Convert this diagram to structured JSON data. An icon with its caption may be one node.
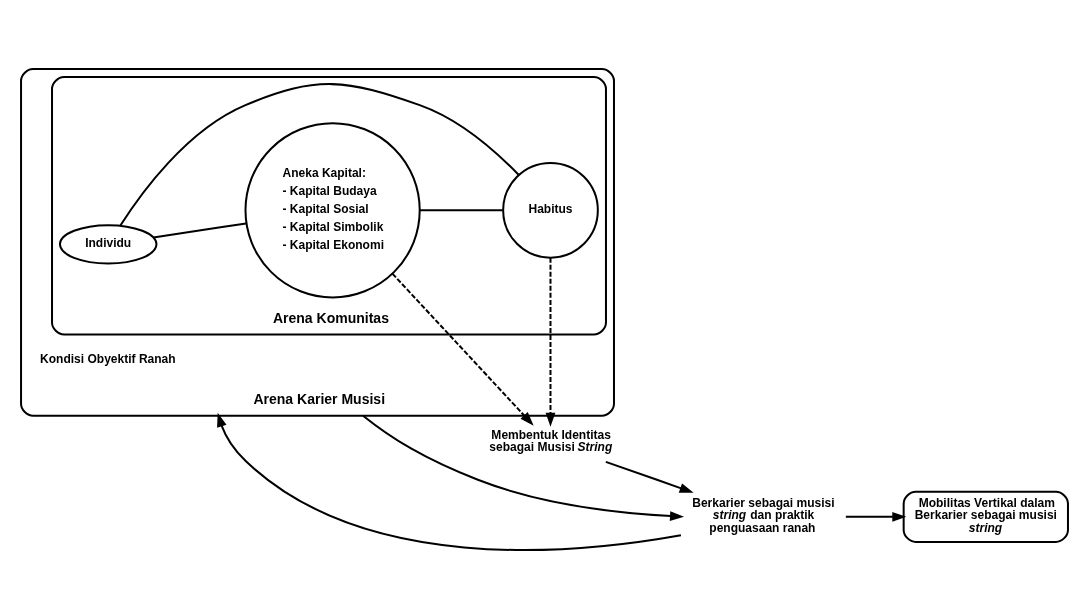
{
  "diagram": {
    "nodes": [
      {
        "text": [
          "Arena Karier Musisi"
        ]
      },
      {
        "text": [
          "Arena Komunitas"
        ],
        "in": 0
      },
      {
        "text": [
          "Individu"
        ],
        "in": 1
      },
      {
        "text": [
          "Aneka Kapital:",
          "- Kapital Budaya",
          "- Kapital Sosial",
          "- Kapital Simbolik",
          "- Kapital Ekonomi"
        ],
        "in": 1
      },
      {
        "text": [
          "Habitus"
        ],
        "in": 1
      },
      {
        "text": [
          "Berkarier sebagai musisi *string* dan praktik penguasaan ranah"
        ]
      },
      {
        "text": [
          "Mobilitas Vertikal dalam Berkarier sebagai musisi *string*"
        ]
      },
      {
        "text": [
          "Membentuk Identitas sebagai Musisi *String*"
        ]
      }
    ],
    "edges": [
      {
        "from": 2,
        "to": 3,
        "arrow": "none"
      },
      {
        "from": 2,
        "to": 4,
        "arrow": "none"
      },
      {
        "from": 3,
        "to": 4,
        "arrow": "none"
      },
      {
        "from": 3,
        "to": 7,
        "arrow": "to",
        "style": "dashed"
      },
      {
        "from": 4,
        "to": 7,
        "arrow": "to",
        "style": "dashed"
      },
      {
        "from": 0,
        "to": 5,
        "arrow": "to"
      },
      {
        "from": 7,
        "to": 5,
        "arrow": "to"
      },
      {
        "from": 5,
        "to": 0,
        "arrow": "to"
      },
      {
        "from": 5,
        "to": 6,
        "arrow": "to"
      }
    ],
    "labels": [
      "Kondisi Obyektif Ranah"
    ]
  }
}
